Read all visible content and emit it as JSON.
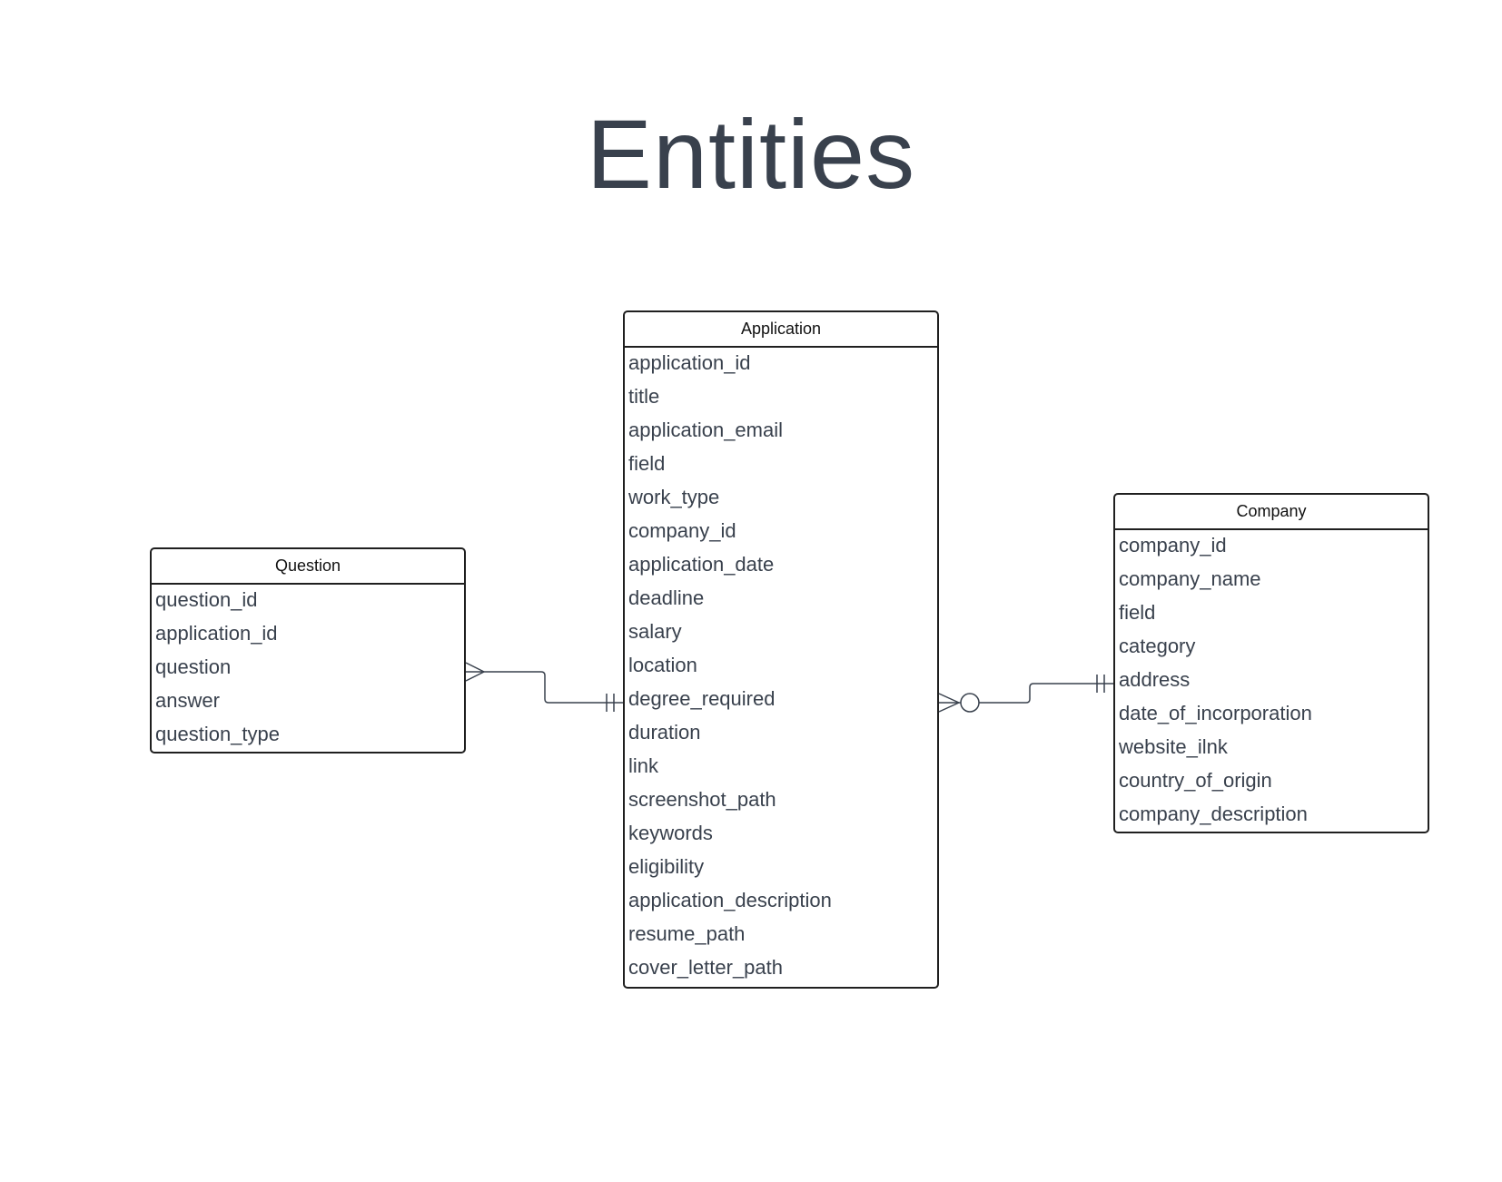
{
  "title": "Entities",
  "entities": {
    "question": {
      "name": "Question",
      "attributes": [
        "question_id",
        "application_id",
        "question",
        "answer",
        "question_type"
      ]
    },
    "application": {
      "name": "Application",
      "attributes": [
        "application_id",
        "title",
        "application_email",
        "field",
        "work_type",
        "company_id",
        "application_date",
        "deadline",
        "salary",
        "location",
        "degree_required",
        "duration",
        "link",
        "screenshot_path",
        "keywords",
        "eligibility",
        "application_description",
        "resume_path",
        "cover_letter_path"
      ]
    },
    "company": {
      "name": "Company",
      "attributes": [
        "company_id",
        "company_name",
        "field",
        "category",
        "address",
        "date_of_incorporation",
        "website_ilnk",
        "country_of_origin",
        "company_description"
      ]
    }
  },
  "relationships": [
    {
      "from": "Question",
      "from_cardinality": "many",
      "to": "Application",
      "to_cardinality": "one and only one"
    },
    {
      "from": "Application",
      "from_cardinality": "zero or many",
      "to": "Company",
      "to_cardinality": "one and only one"
    }
  ],
  "colors": {
    "text": "#39414d",
    "border": "#1f1f1f",
    "connector": "#39414d"
  }
}
